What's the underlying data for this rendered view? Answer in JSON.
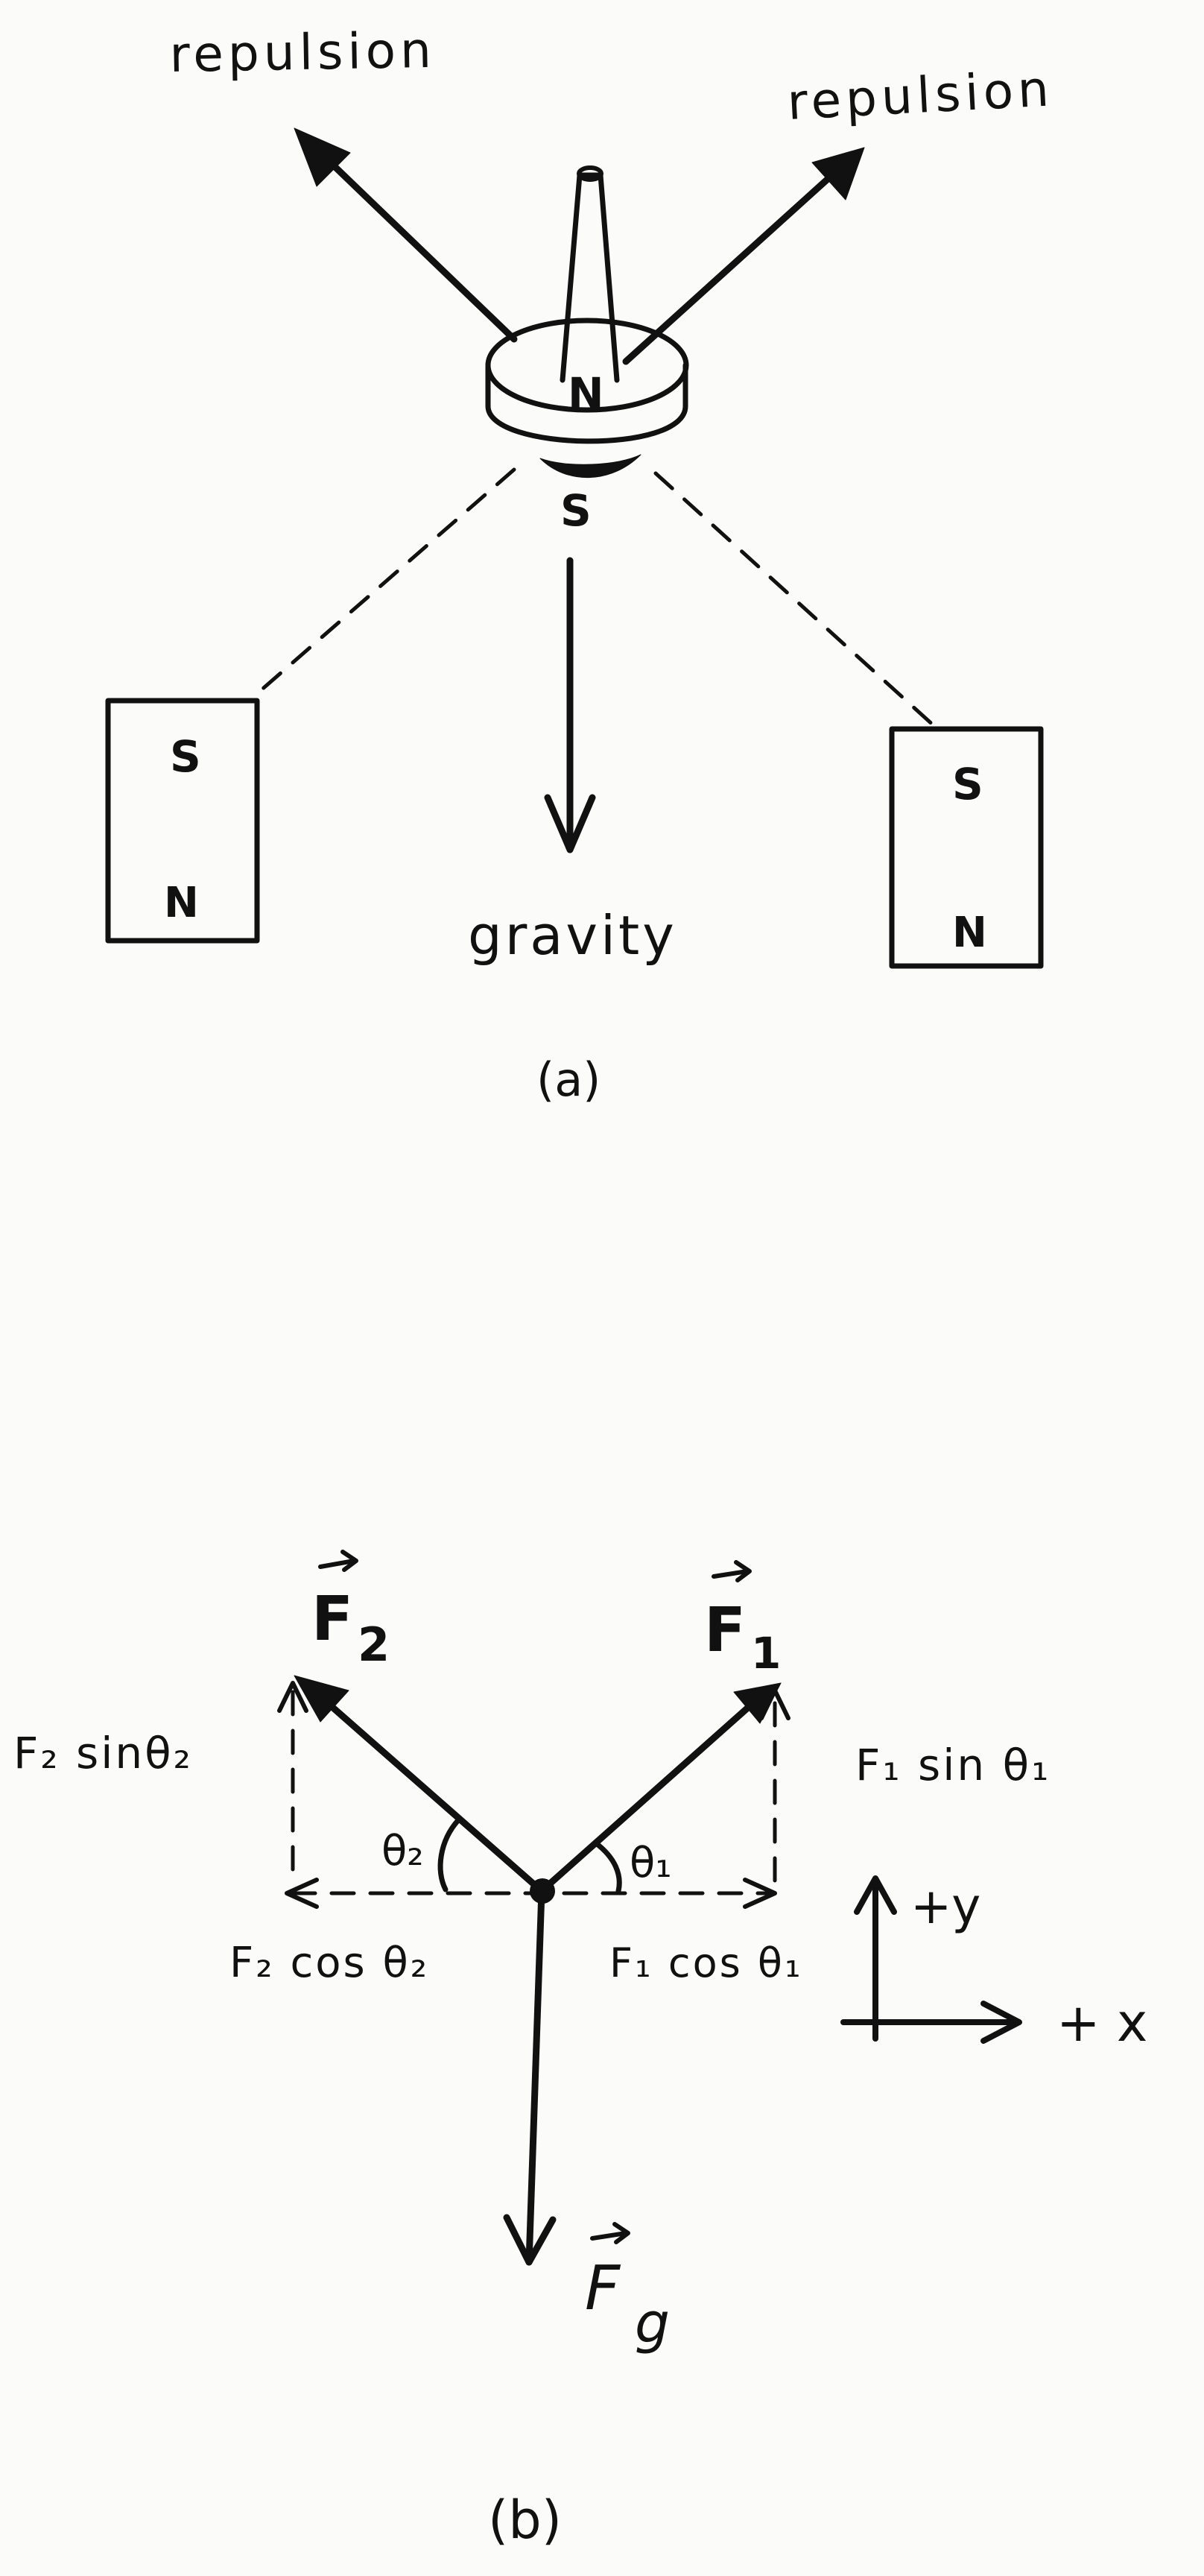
{
  "part_a": {
    "label_repulsion_left": "repulsion",
    "label_repulsion_right": "repulsion",
    "top_magnet_pole_top": "N",
    "top_magnet_pole_bottom": "S",
    "left_bar": {
      "pole_top": "S",
      "pole_bottom": "N"
    },
    "right_bar": {
      "pole_top": "S",
      "pole_bottom": "N"
    },
    "label_gravity": "gravity",
    "caption": "(a)"
  },
  "part_b": {
    "force_f2_base": "F",
    "force_f2_sub": "2",
    "force_f1_base": "F",
    "force_f1_sub": "1",
    "force_fg_base": "F",
    "force_fg_sub": "g",
    "f2_sin_label": "F₂ sinθ₂",
    "f1_sin_label": "F₁ sin θ₁",
    "f2_cos_label": "F₂ cos θ₂",
    "f1_cos_label": "F₁ cos θ₁",
    "angle_theta2": "θ₂",
    "angle_theta1": "θ₁",
    "axis_y_label": "+y",
    "axis_x_label": "+ x",
    "caption": "(b)"
  }
}
